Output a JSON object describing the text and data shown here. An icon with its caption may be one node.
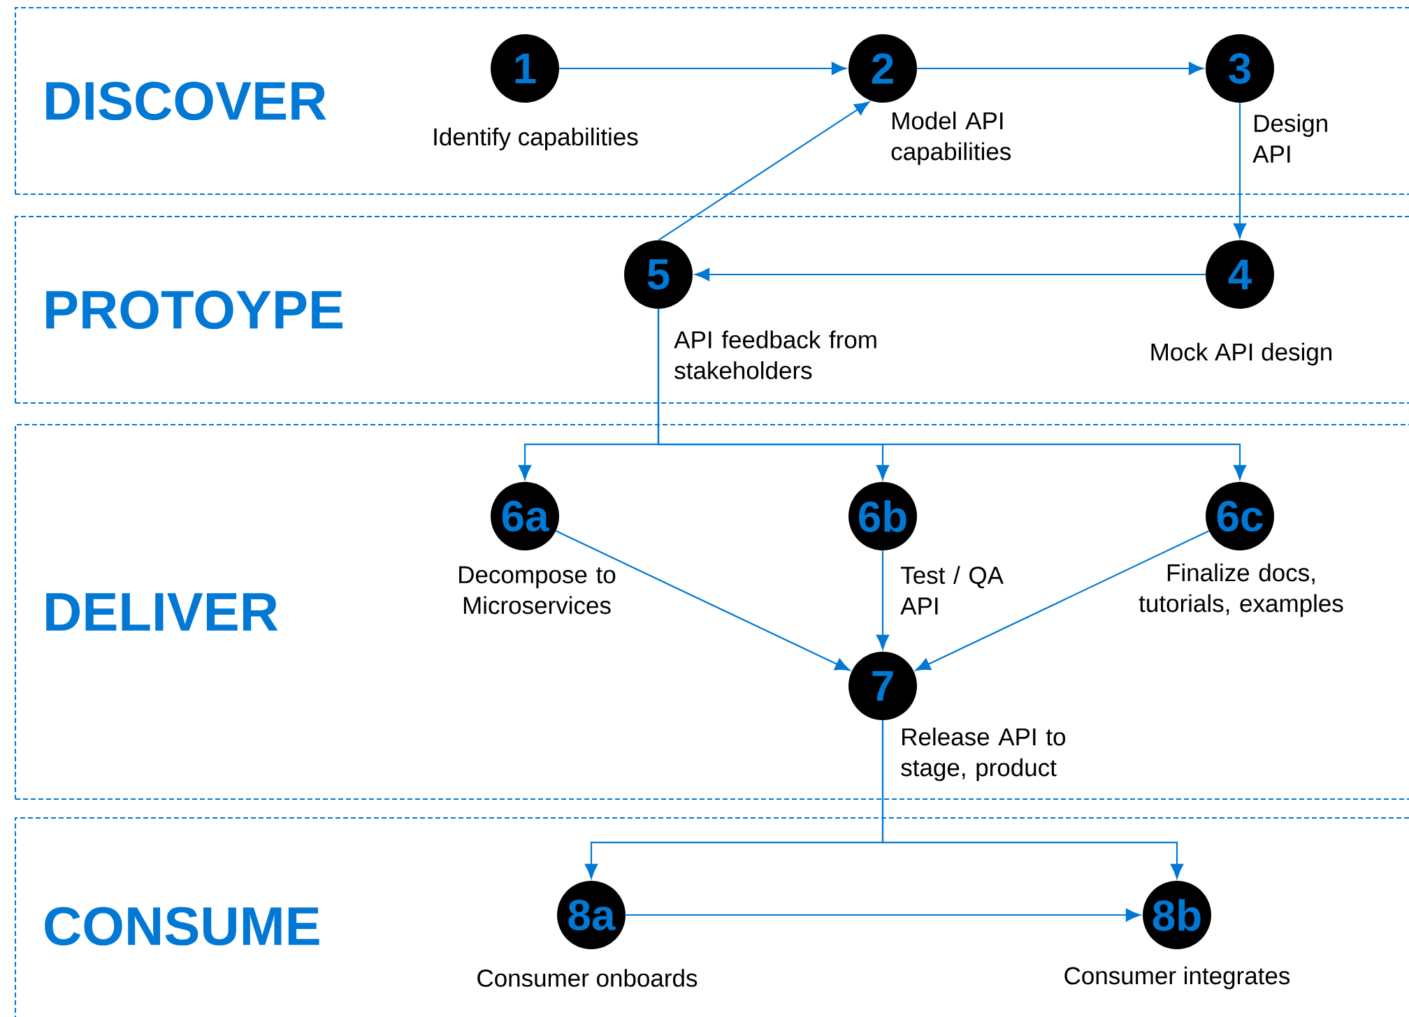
{
  "diagram": {
    "nodes": [
      {
        "text": [
          "DISCOVER"
        ]
      },
      {
        "text": [
          "1"
        ],
        "in": 0,
        "beside": [
          "Identify capabilities"
        ]
      },
      {
        "text": [
          "2"
        ],
        "in": 0,
        "beside": [
          "Model API capabilities"
        ]
      },
      {
        "text": [
          "3"
        ],
        "in": 0,
        "beside": [
          "Design API"
        ]
      },
      {
        "text": [
          "PROTOYPE"
        ]
      },
      {
        "text": [
          "5"
        ],
        "in": 4,
        "beside": [
          "API feedback from stakeholders"
        ]
      },
      {
        "text": [
          "4"
        ],
        "in": 4,
        "beside": [
          "Mock API design"
        ]
      },
      {
        "text": [
          "DELIVER"
        ]
      },
      {
        "text": [
          "6a"
        ],
        "in": 7,
        "beside": [
          "Decompose to Microservices"
        ]
      },
      {
        "text": [
          "6b"
        ],
        "in": 7,
        "beside": [
          "Test / QA API"
        ]
      },
      {
        "text": [
          "6c"
        ],
        "in": 7,
        "beside": [
          "Finalize docs, tutorials, examples"
        ]
      },
      {
        "text": [
          "7"
        ],
        "in": 7,
        "beside": [
          "Release API to stage, product"
        ]
      },
      {
        "text": [
          "CONSUME"
        ]
      },
      {
        "text": [
          "8a"
        ],
        "in": 12,
        "beside": [
          "Consumer onboards"
        ]
      },
      {
        "text": [
          "8b"
        ],
        "in": 12,
        "beside": [
          "Consumer integrates"
        ]
      }
    ],
    "edges": [
      {
        "from": 1,
        "to": 2,
        "arrow": "to"
      },
      {
        "from": 2,
        "to": 3,
        "arrow": "to"
      },
      {
        "from": 3,
        "to": 6,
        "arrow": "to"
      },
      {
        "from": 6,
        "to": 5,
        "arrow": "to"
      },
      {
        "from": 5,
        "to": 2,
        "arrow": "to"
      },
      {
        "from": 5,
        "to": 8,
        "arrow": "to"
      },
      {
        "from": 5,
        "to": 9,
        "arrow": "to"
      },
      {
        "from": 5,
        "to": 10,
        "arrow": "to"
      },
      {
        "from": 8,
        "to": 11,
        "arrow": "to"
      },
      {
        "from": 9,
        "to": 11,
        "arrow": "to"
      },
      {
        "from": 10,
        "to": 11,
        "arrow": "to"
      },
      {
        "from": 11,
        "to": 13,
        "arrow": "to"
      },
      {
        "from": 11,
        "to": 14,
        "arrow": "to"
      },
      {
        "from": 13,
        "to": 14,
        "arrow": "to"
      }
    ]
  }
}
